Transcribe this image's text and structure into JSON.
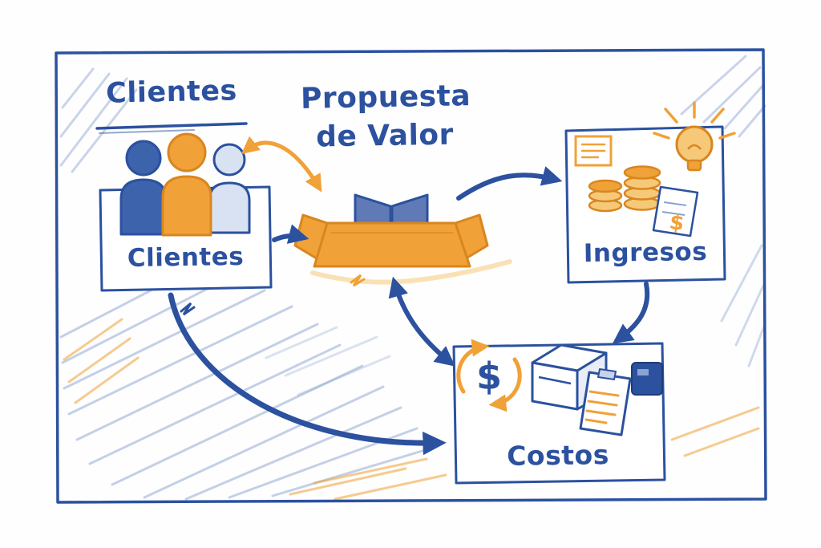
{
  "colors": {
    "ink_blue": "#2b519f",
    "mid_blue": "#5f7ab5",
    "hatch_blue": "#8aa3d2",
    "accent_orange": "#f0a137",
    "deep_orange": "#d9861f",
    "light_orange": "#f6c979",
    "paper": "#fefefe"
  },
  "nodes": {
    "customers": {
      "heading": "Clientes",
      "box_label": "Clientes"
    },
    "value_proposition": {
      "line1": "Propuesta",
      "line2": "de Valor"
    },
    "revenue": {
      "label": "Ingresos"
    },
    "costs": {
      "label": "Costos"
    }
  },
  "glyphs": {
    "dollar": "$"
  }
}
